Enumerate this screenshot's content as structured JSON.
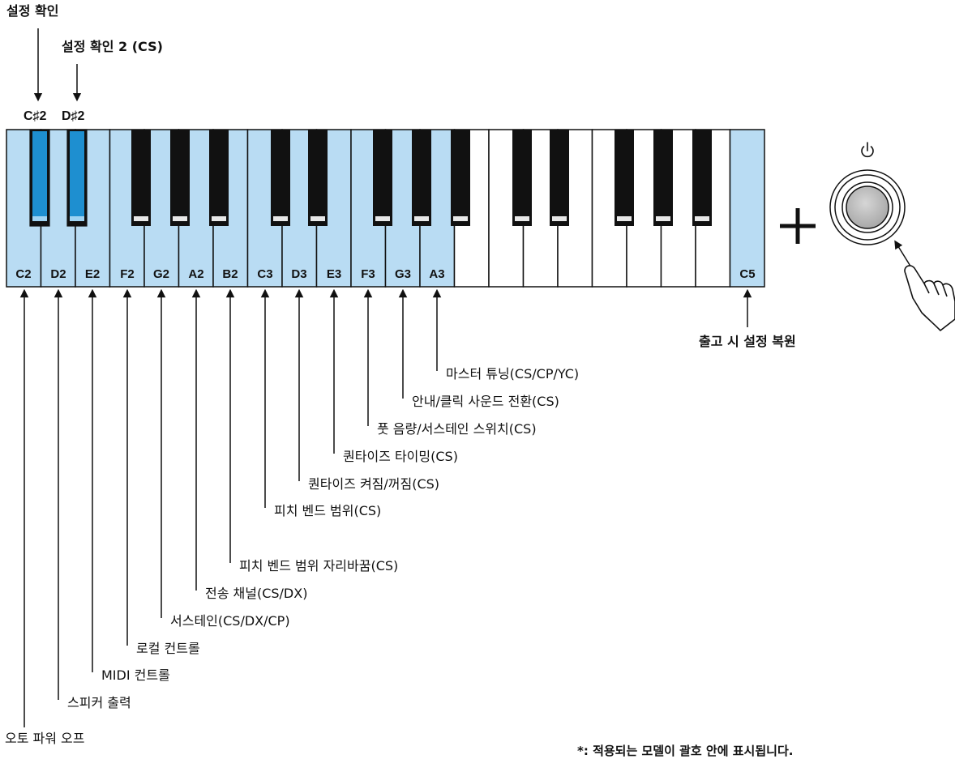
{
  "top_labels": {
    "settings_check": "설정 확인",
    "settings_check_2": "설정 확인 2 (CS)",
    "csharp2": "C♯2",
    "dsharp2": "D♯2"
  },
  "keys": {
    "white_labeled": [
      "C2",
      "D2",
      "E2",
      "F2",
      "G2",
      "A2",
      "B2",
      "C3",
      "D3",
      "E3",
      "F3",
      "G3",
      "A3"
    ],
    "c5": "C5",
    "highlight_white_color": "#b9dcf3",
    "highlight_black_color": "#1e8fd0",
    "plain_white_color": "#ffffff",
    "black_color": "#111111"
  },
  "functions": [
    {
      "key": "C2",
      "label": "오토 파워 오프"
    },
    {
      "key": "D2",
      "label": "스피커 출력"
    },
    {
      "key": "E2",
      "label": "MIDI 컨트롤"
    },
    {
      "key": "F2",
      "label": "로컬 컨트롤"
    },
    {
      "key": "G2",
      "label": "서스테인(CS/DX/CP)"
    },
    {
      "key": "A2",
      "label": "전송 채널(CS/DX)"
    },
    {
      "key": "B2",
      "label": "피치 벤드 범위 자리바꿈(CS)"
    },
    {
      "key": "C3",
      "label": "피치 벤드 범위(CS)"
    },
    {
      "key": "D3",
      "label": "퀀타이즈 켜짐/꺼짐(CS)"
    },
    {
      "key": "E3",
      "label": "퀀타이즈 타이밍(CS)"
    },
    {
      "key": "F3",
      "label": "풋 음량/서스테인 스위치(CS)"
    },
    {
      "key": "G3",
      "label": "안내/클릭 사운드 전환(CS)"
    },
    {
      "key": "A3",
      "label": "마스터 튜닝(CS/CP/YC)"
    }
  ],
  "factory_reset": "출고 시 설정 복원",
  "plus_sign": "+",
  "power_icon": "power-icon",
  "hand_icon": "pointing-hand-icon",
  "footnote": "*: 적용되는 모델이 괄호 안에 표시됩니다."
}
